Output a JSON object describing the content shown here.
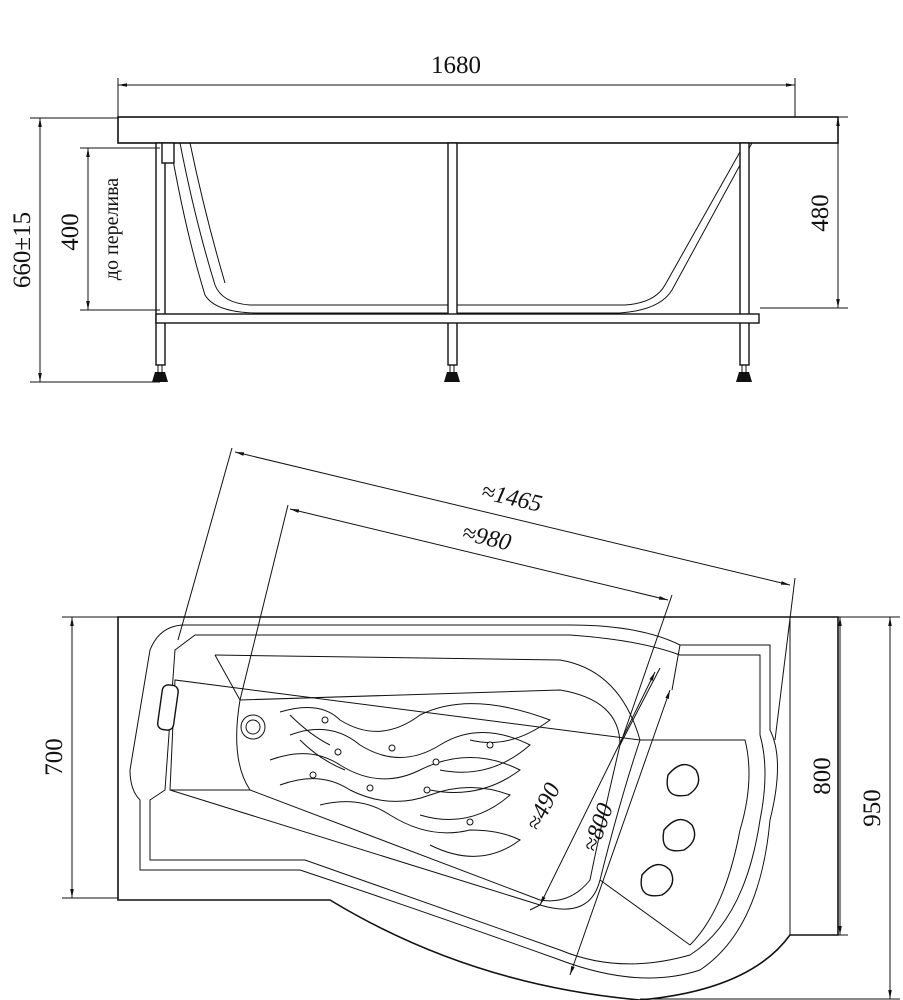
{
  "side_view": {
    "length_label": "1680",
    "height_label": "660±15",
    "overflow_height_label": "400",
    "overflow_note": "до перелива",
    "depth_label": "480"
  },
  "top_view": {
    "diagonal_length_label": "≈1465",
    "inner_length_label": "≈980",
    "left_width_label": "700",
    "right_width_label": "800",
    "total_width_label": "950",
    "inner_width_label": "≈490",
    "inner_diagonal_width_label": "≈800"
  },
  "colors": {
    "line": "#111111",
    "background": "#ffffff"
  }
}
